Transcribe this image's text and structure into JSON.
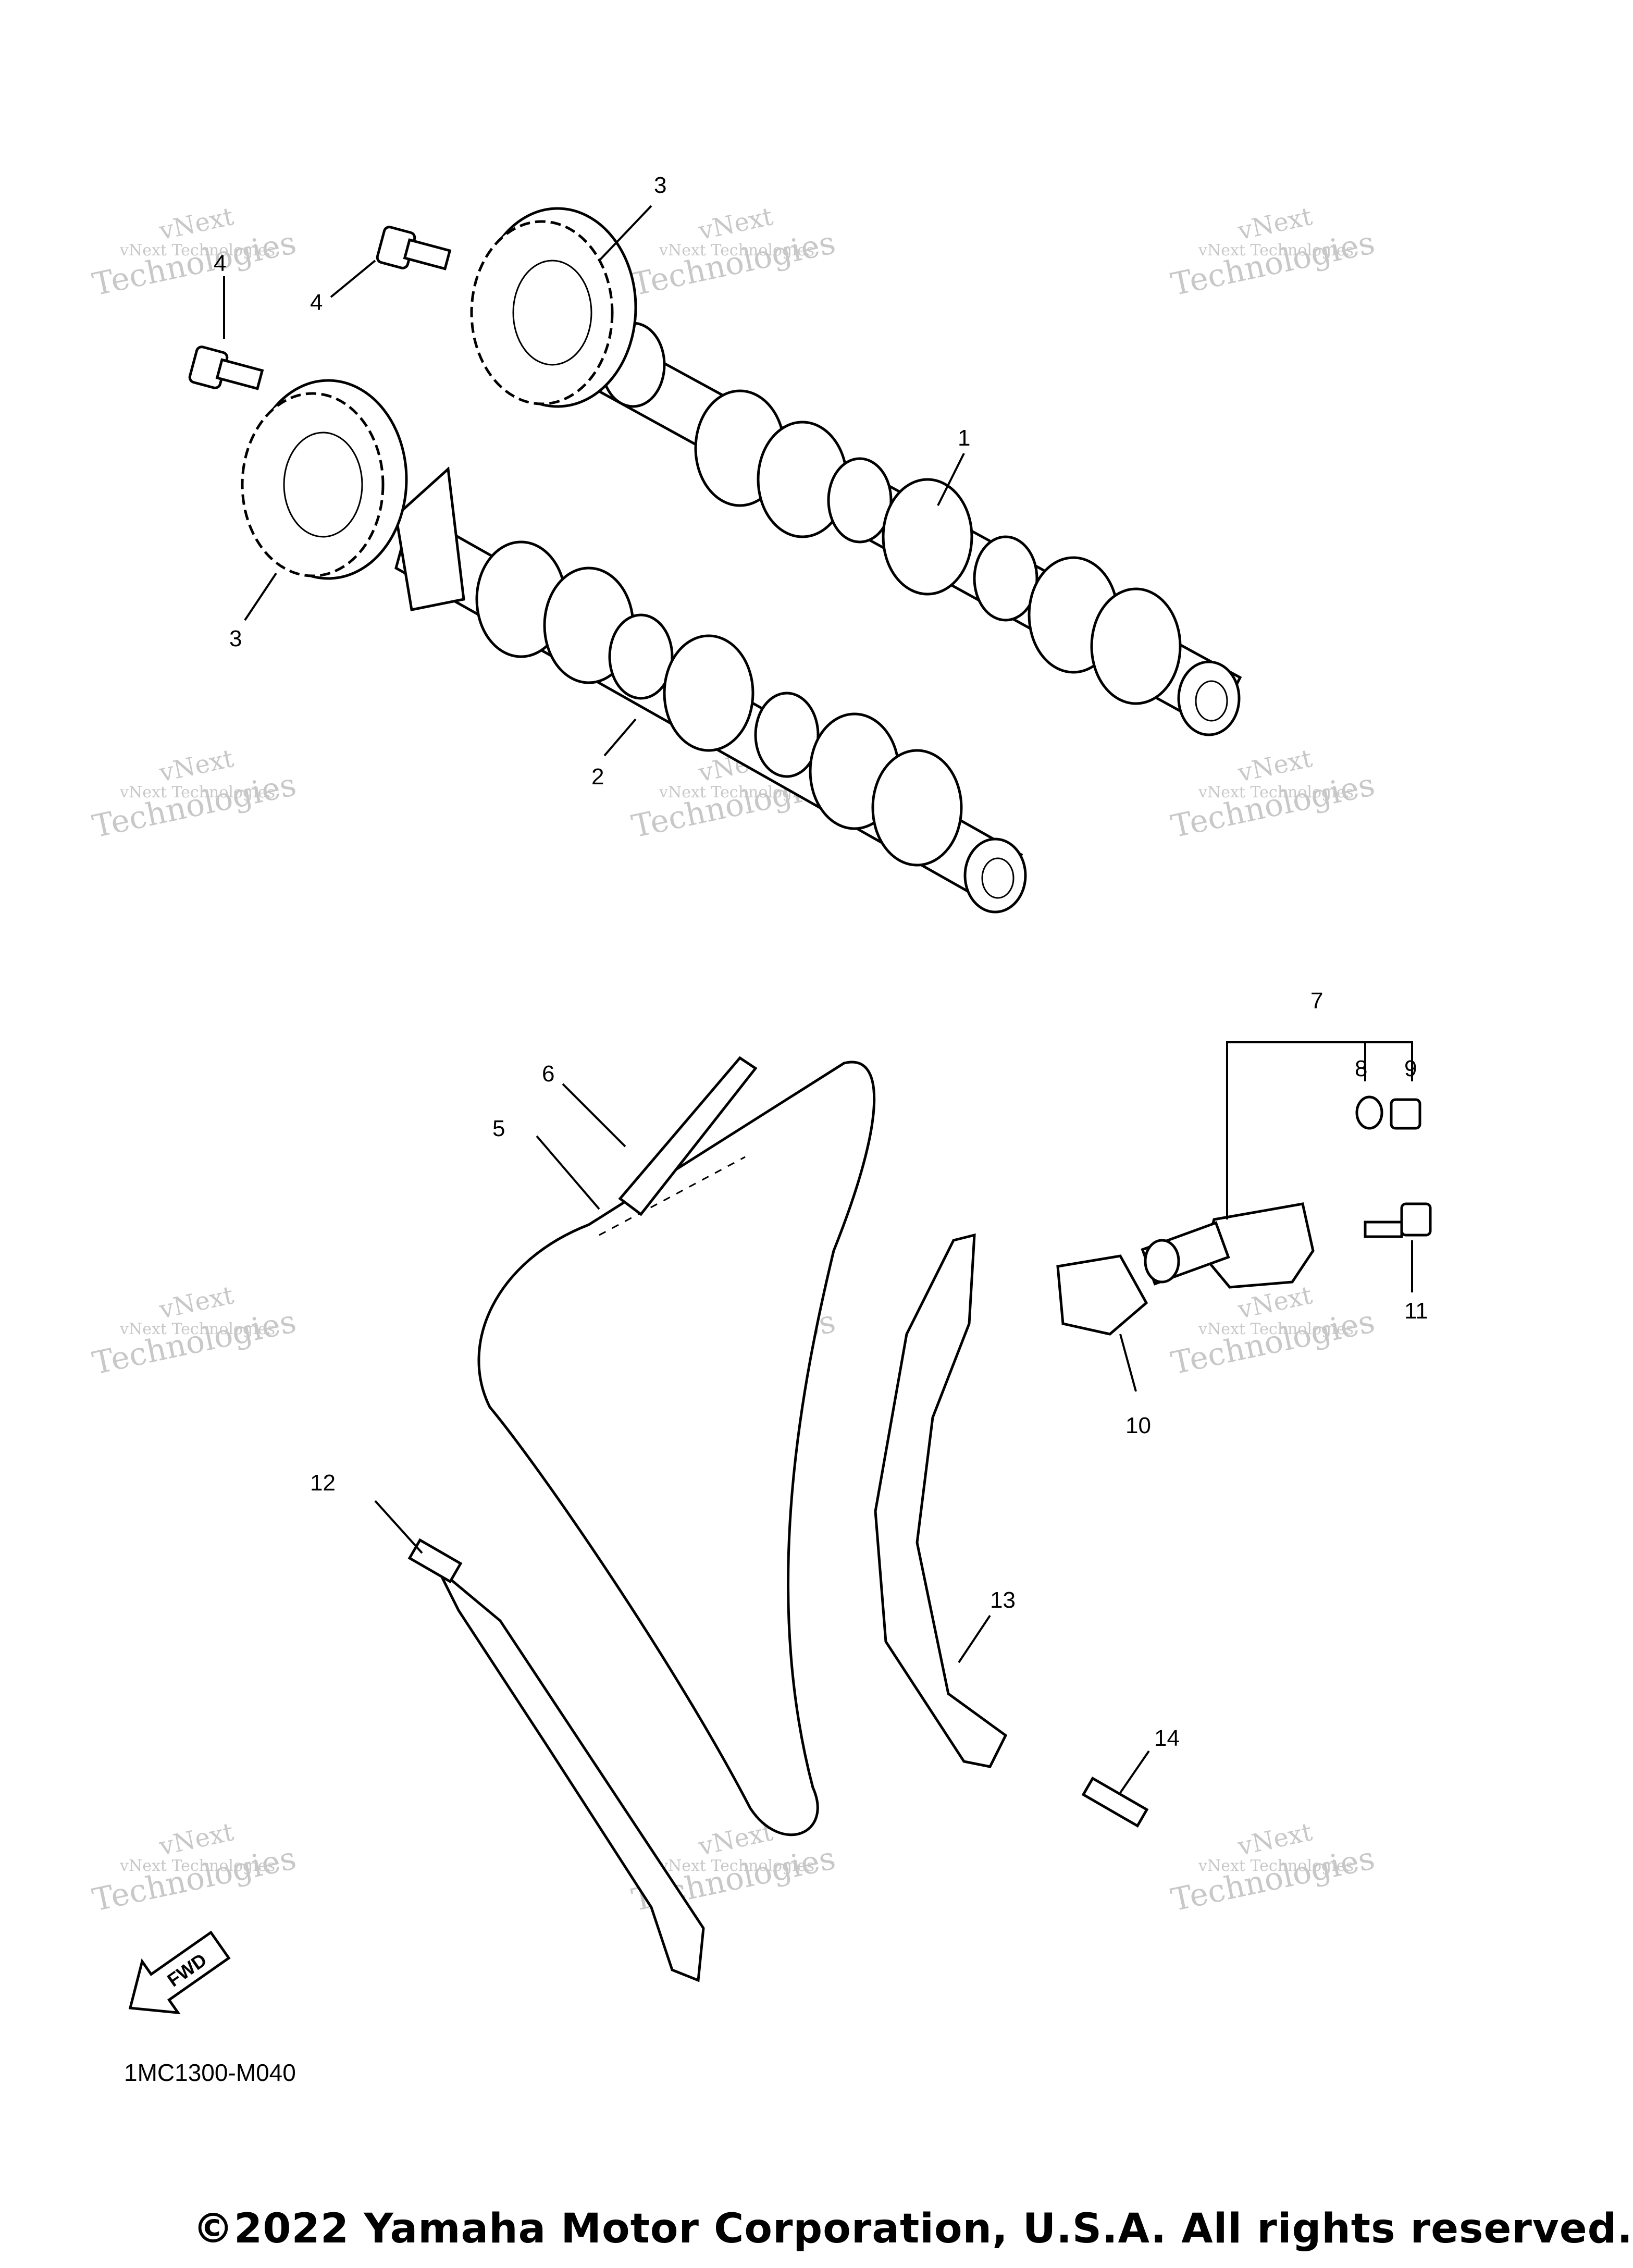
{
  "callouts": {
    "c1": "1",
    "c2": "2",
    "c3a": "3",
    "c3b": "3",
    "c4a": "4",
    "c4b": "4",
    "c5": "5",
    "c6": "6",
    "c7": "7",
    "c8": "8",
    "c9": "9",
    "c10": "10",
    "c11": "11",
    "c12": "12",
    "c13": "13",
    "c14": "14"
  },
  "fwd_label": "FWD",
  "ref_code": "1MC1300-M040",
  "copyright": "©2022 Yamaha Motor Corporation, U.S.A. All rights reserved.",
  "watermark": {
    "line1": "vNext Technologies",
    "line2": "vNext",
    "line3": "Technologies"
  }
}
